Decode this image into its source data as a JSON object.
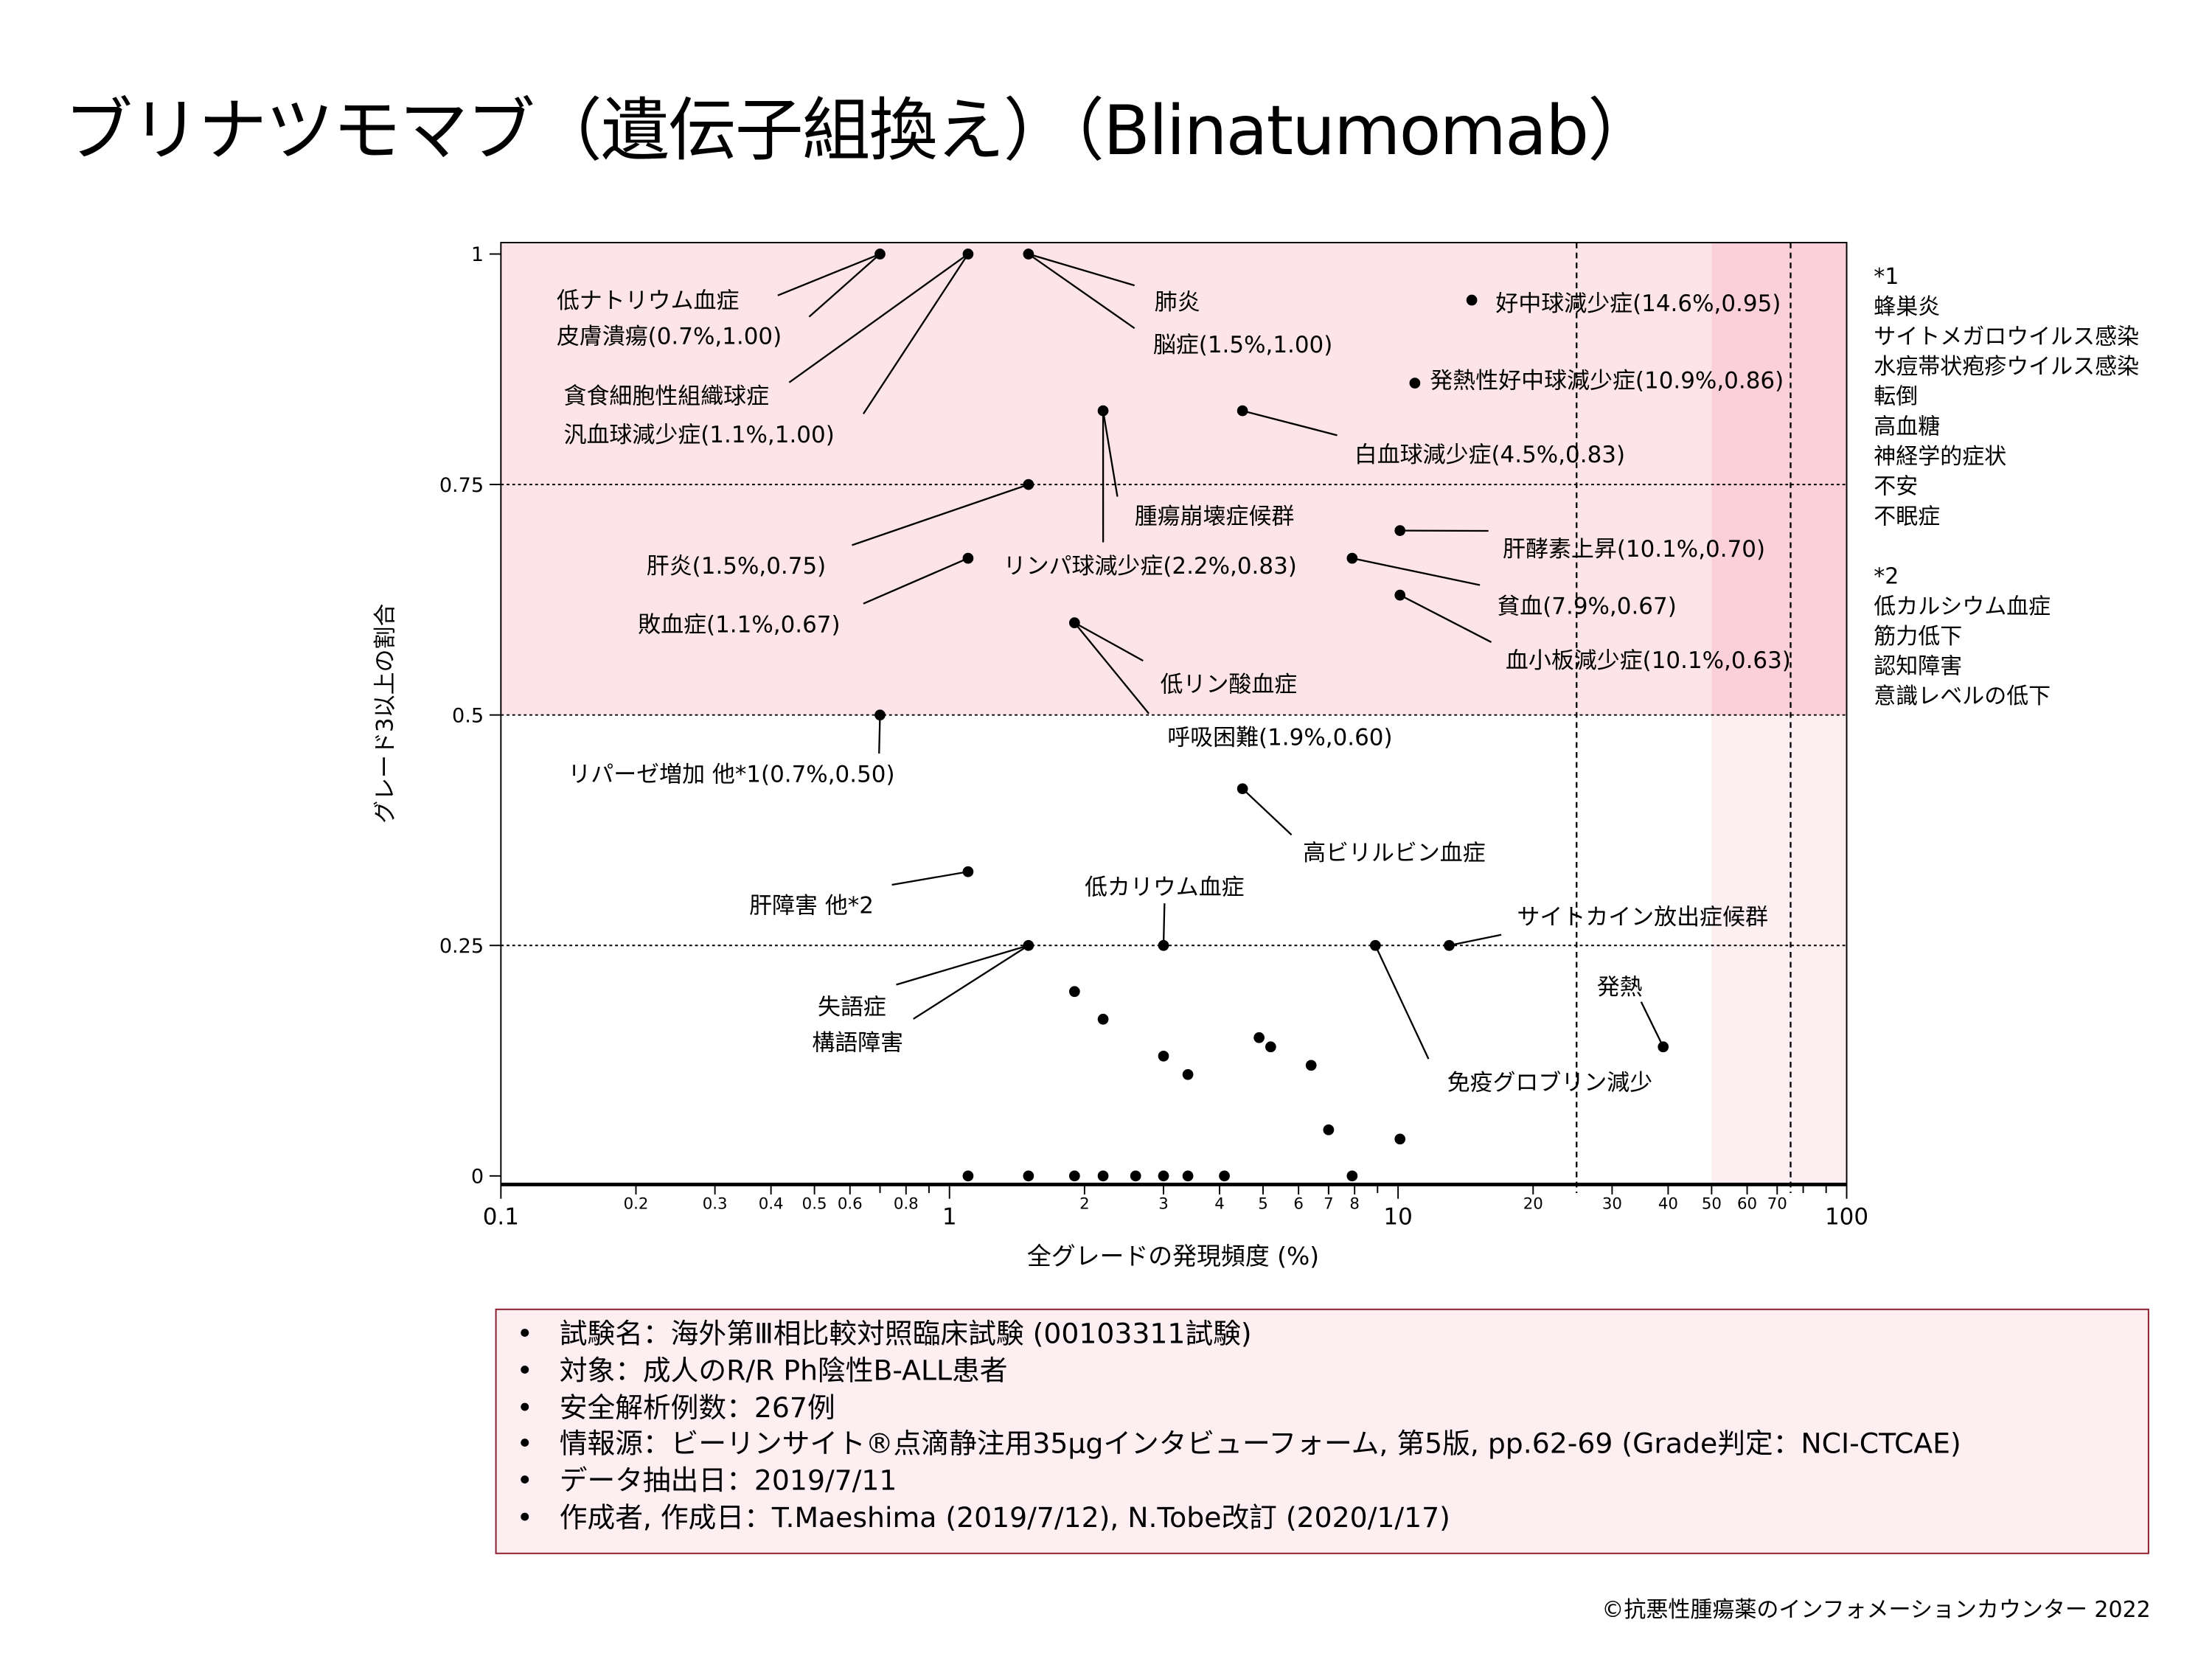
{
  "title": "ブリナツモマブ（遺伝子組換え）（Blinatumomab）",
  "chart_data": {
    "type": "scatter",
    "xlabel": "全グレードの発現頻度 (%)",
    "ylabel": "グレード3以上の割合",
    "xscale": "log",
    "xlim": [
      0.1,
      100
    ],
    "ylim": [
      0,
      1
    ],
    "x_ticks_major": [
      "0.1",
      "1",
      "10",
      "100"
    ],
    "x_ticks_minor": [
      "0.2",
      "0.3",
      "0.4",
      "0.5",
      "0.6",
      "0.8",
      "2",
      "3",
      "4",
      "5",
      "6",
      "7",
      "8",
      "20",
      "30",
      "40",
      "50",
      "60",
      "70"
    ],
    "y_ticks": [
      "1",
      "0.75",
      "0.5",
      "0.25",
      "0"
    ],
    "y_gridlines": [
      0.25,
      0.5,
      0.75
    ],
    "x_reference_lines": [
      25,
      75
    ],
    "shaded_regions": [
      {
        "name": "grade3-high",
        "y_from": 0.5,
        "y_to": 1,
        "color": "#fde4e8"
      },
      {
        "name": "frequency-high",
        "x_from": 50,
        "x_to": 100,
        "color": "#fbd0d8"
      }
    ],
    "labeled_points": [
      {
        "x": 0.7,
        "y": 1.0,
        "label": "低ナトリウム血症"
      },
      {
        "x": 0.7,
        "y": 1.0,
        "label": "皮膚潰瘍(0.7%,1.00)"
      },
      {
        "x": 1.1,
        "y": 1.0,
        "label": "貪食細胞性組織球症"
      },
      {
        "x": 1.1,
        "y": 1.0,
        "label": "汎血球減少症(1.1%,1.00)"
      },
      {
        "x": 1.5,
        "y": 1.0,
        "label": "肺炎"
      },
      {
        "x": 1.5,
        "y": 1.0,
        "label": "脳症(1.5%,1.00)"
      },
      {
        "x": 14.6,
        "y": 0.95,
        "label": "好中球減少症(14.6%,0.95)"
      },
      {
        "x": 10.9,
        "y": 0.86,
        "label": "発熱性好中球減少症(10.9%,0.86)"
      },
      {
        "x": 2.2,
        "y": 0.83,
        "label": "腫瘍崩壊症候群"
      },
      {
        "x": 2.2,
        "y": 0.83,
        "label": "リンパ球減少症(2.2%,0.83)"
      },
      {
        "x": 4.5,
        "y": 0.83,
        "label": "白血球減少症(4.5%,0.83)"
      },
      {
        "x": 1.5,
        "y": 0.75,
        "label": "肝炎(1.5%,0.75)"
      },
      {
        "x": 10.1,
        "y": 0.7,
        "label": "肝酵素上昇(10.1%,0.70)"
      },
      {
        "x": 1.1,
        "y": 0.67,
        "label": "敗血症(1.1%,0.67)"
      },
      {
        "x": 7.9,
        "y": 0.67,
        "label": "貧血(7.9%,0.67)"
      },
      {
        "x": 10.1,
        "y": 0.63,
        "label": "血小板減少症(10.1%,0.63)"
      },
      {
        "x": 1.9,
        "y": 0.6,
        "label": "低リン酸血症"
      },
      {
        "x": 1.9,
        "y": 0.6,
        "label": "呼吸困難(1.9%,0.60)"
      },
      {
        "x": 0.7,
        "y": 0.5,
        "label": "リパーゼ増加 他*1(0.7%,0.50)"
      },
      {
        "x": 4.5,
        "y": 0.42,
        "label": "高ビリルビン血症"
      },
      {
        "x": 1.1,
        "y": 0.33,
        "label": "肝障害 他*2"
      },
      {
        "x": 3.0,
        "y": 0.25,
        "label": "低カリウム血症"
      },
      {
        "x": 1.5,
        "y": 0.25,
        "label": "失語症"
      },
      {
        "x": 1.5,
        "y": 0.25,
        "label": "構語障害"
      },
      {
        "x": 8.9,
        "y": 0.25,
        "label": "免疫グロブリン減少"
      },
      {
        "x": 13.0,
        "y": 0.25,
        "label": "サイトカイン放出症候群"
      },
      {
        "x": 39.0,
        "y": 0.14,
        "label": "発熱"
      }
    ],
    "unlabeled_points": [
      {
        "x": 1.9,
        "y": 0.2
      },
      {
        "x": 2.2,
        "y": 0.17
      },
      {
        "x": 3.0,
        "y": 0.13
      },
      {
        "x": 3.4,
        "y": 0.11
      },
      {
        "x": 4.9,
        "y": 0.15
      },
      {
        "x": 5.2,
        "y": 0.14
      },
      {
        "x": 6.4,
        "y": 0.12
      },
      {
        "x": 7.0,
        "y": 0.05
      },
      {
        "x": 10.1,
        "y": 0.04
      },
      {
        "x": 1.1,
        "y": 0
      },
      {
        "x": 1.5,
        "y": 0
      },
      {
        "x": 1.9,
        "y": 0
      },
      {
        "x": 2.2,
        "y": 0
      },
      {
        "x": 2.6,
        "y": 0
      },
      {
        "x": 3.0,
        "y": 0
      },
      {
        "x": 3.4,
        "y": 0
      },
      {
        "x": 4.1,
        "y": 0
      },
      {
        "x": 7.9,
        "y": 0
      }
    ]
  },
  "notes": {
    "note1": {
      "marker": "*1",
      "items": [
        "蜂巣炎",
        "サイトメガロウイルス感染",
        "水痘帯状疱疹ウイルス感染",
        "転倒",
        "高血糖",
        "神経学的症状",
        "不安",
        "不眠症"
      ]
    },
    "note2": {
      "marker": "*2",
      "items": [
        "低カルシウム血症",
        "筋力低下",
        "認知障害",
        "意識レベルの低下"
      ]
    }
  },
  "info": {
    "bullet": "•",
    "lines": [
      "試験名：海外第Ⅲ相比較対照臨床試験 (00103311試験)",
      "対象：成人のR/R Ph陰性B-ALL患者",
      "安全解析例数：267例",
      "情報源：ビーリンサイト®点滴静注用35μgインタビューフォーム, 第5版, pp.62-69 (Grade判定：NCI-CTCAE)",
      "データ抽出日：2019/7/11",
      "作成者, 作成日：T.Maeshima (2019/7/12), N.Tobe改訂 (2020/1/17)"
    ]
  },
  "copyright": "©抗悪性腫瘍薬のインフォメーションカウンター  2022"
}
